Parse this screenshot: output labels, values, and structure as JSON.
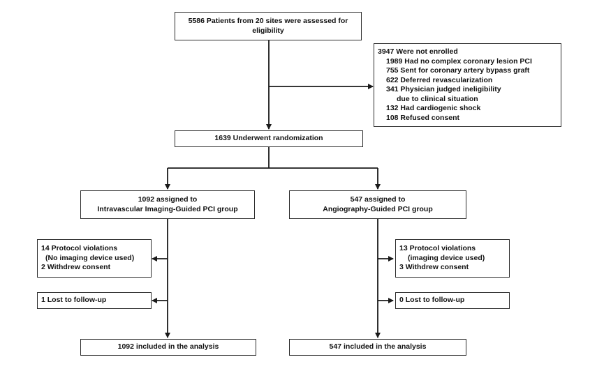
{
  "screening": {
    "lines": [
      "5586 Patients from 20 sites were assessed for",
      "eligibility"
    ]
  },
  "excluded": {
    "title": "3947 Were not enrolled",
    "reasons": [
      "1989 Had no complex coronary lesion PCI",
      "755 Sent for coronary artery bypass graft",
      "622 Deferred revascularization",
      "341 Physician judged ineligibility",
      "due to clinical situation",
      "132 Had cardiogenic shock",
      "108 Refused consent"
    ]
  },
  "randomization": {
    "label": "1639 Underwent randomization"
  },
  "arm_imaging": {
    "assigned": [
      "1092 assigned to",
      "Intravascular Imaging-Guided PCI group"
    ],
    "violations": [
      "14 Protocol violations",
      "(No imaging device used)",
      "2 Withdrew consent"
    ],
    "lost": "1 Lost to follow-up",
    "analysis": "1092 included in the analysis"
  },
  "arm_angio": {
    "assigned": [
      "547 assigned to",
      "Angiography-Guided PCI group"
    ],
    "violations": [
      "13 Protocol violations",
      "(imaging device used)",
      "3 Withdrew consent"
    ],
    "lost": "0 Lost to follow-up",
    "analysis": "547 included in the analysis"
  },
  "colors": {
    "line": "#1a1a1a",
    "border": "#2b2b2b",
    "text": "#111111"
  }
}
